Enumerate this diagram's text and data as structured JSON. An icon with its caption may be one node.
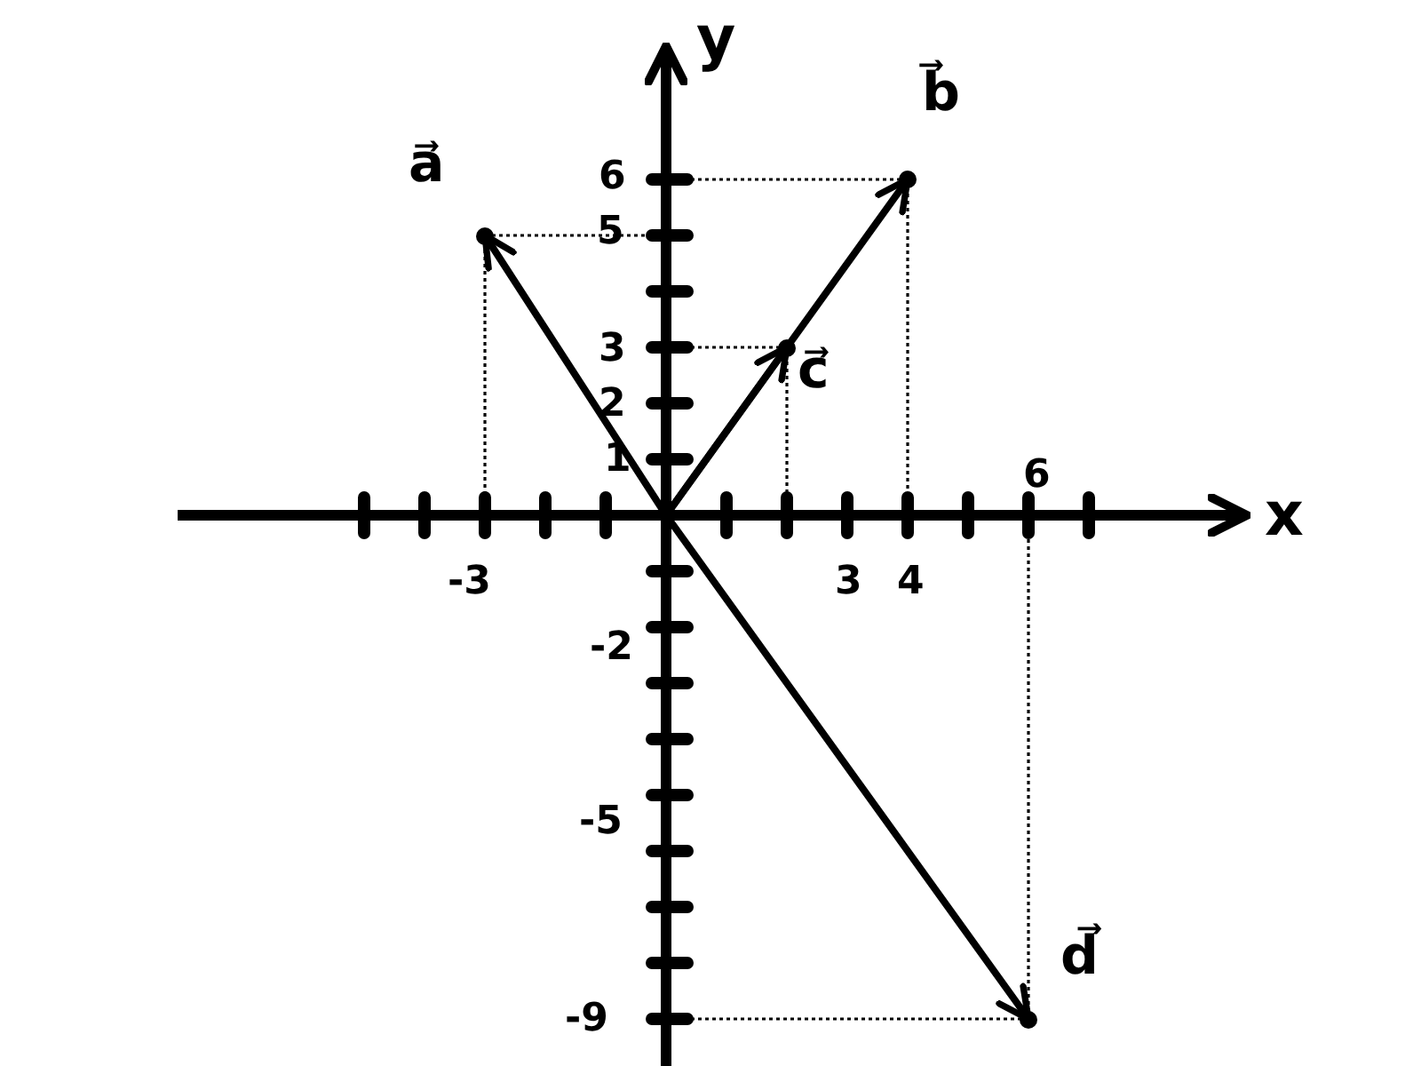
{
  "diagram": {
    "nodes": [
      {
        "text": [
          "a⃗"
        ]
      },
      {
        "text": [
          "b⃗"
        ]
      },
      {
        "text": [
          "c⃗"
        ]
      },
      {
        "text": [
          "d⃗"
        ]
      }
    ],
    "edges": [
      {
        "from": null,
        "to": 0,
        "arrow": "to"
      },
      {
        "from": null,
        "to": 1,
        "arrow": "to"
      },
      {
        "from": null,
        "to": 2,
        "arrow": "to"
      },
      {
        "from": null,
        "to": 3,
        "arrow": "to"
      }
    ],
    "labels": [
      "y",
      "6",
      "5",
      "3",
      "2",
      "1",
      "6",
      "x",
      "-3",
      "3",
      "4",
      "-2",
      "-5",
      "-9"
    ]
  }
}
